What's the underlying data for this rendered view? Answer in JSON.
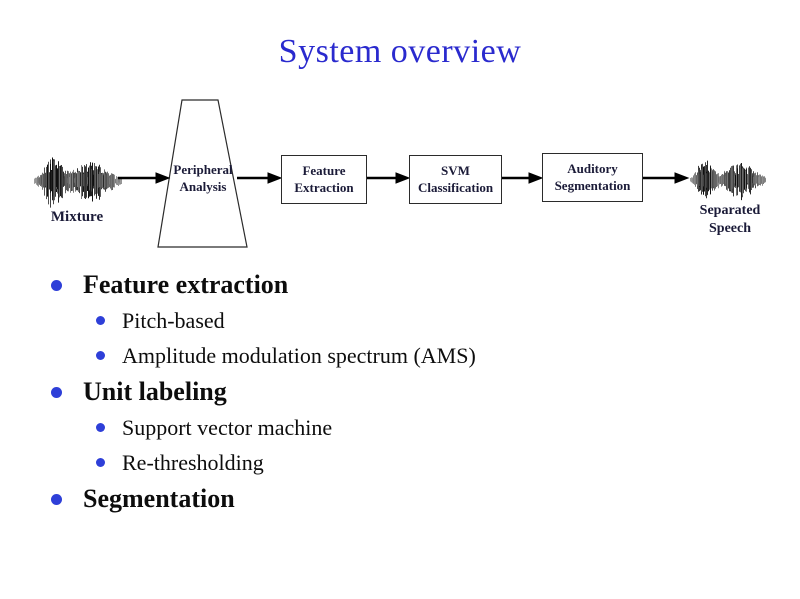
{
  "slide": {
    "title": "System overview",
    "title_color": "#2a2ace",
    "bullet_color": "#2e3fd8",
    "background_color": "#ffffff"
  },
  "diagram": {
    "input_label": "Mixture",
    "peripheral_label": "Peripheral\nAnalysis",
    "boxes": [
      {
        "label": "Feature\nExtraction"
      },
      {
        "label": "SVM\nClassification"
      },
      {
        "label": "Auditory\nSegmentation"
      }
    ],
    "output_label": "Separated\nSpeech",
    "node_text_color": "#1b1b38",
    "arrow_color": "#000000"
  },
  "bullets": [
    {
      "level": 1,
      "label": "Feature extraction"
    },
    {
      "level": 2,
      "label": "Pitch-based"
    },
    {
      "level": 2,
      "label": "Amplitude modulation spectrum (AMS)"
    },
    {
      "level": 1,
      "label": "Unit labeling"
    },
    {
      "level": 2,
      "label": "Support vector machine"
    },
    {
      "level": 2,
      "label": "Re-thresholding"
    },
    {
      "level": 1,
      "label": "Segmentation"
    }
  ]
}
